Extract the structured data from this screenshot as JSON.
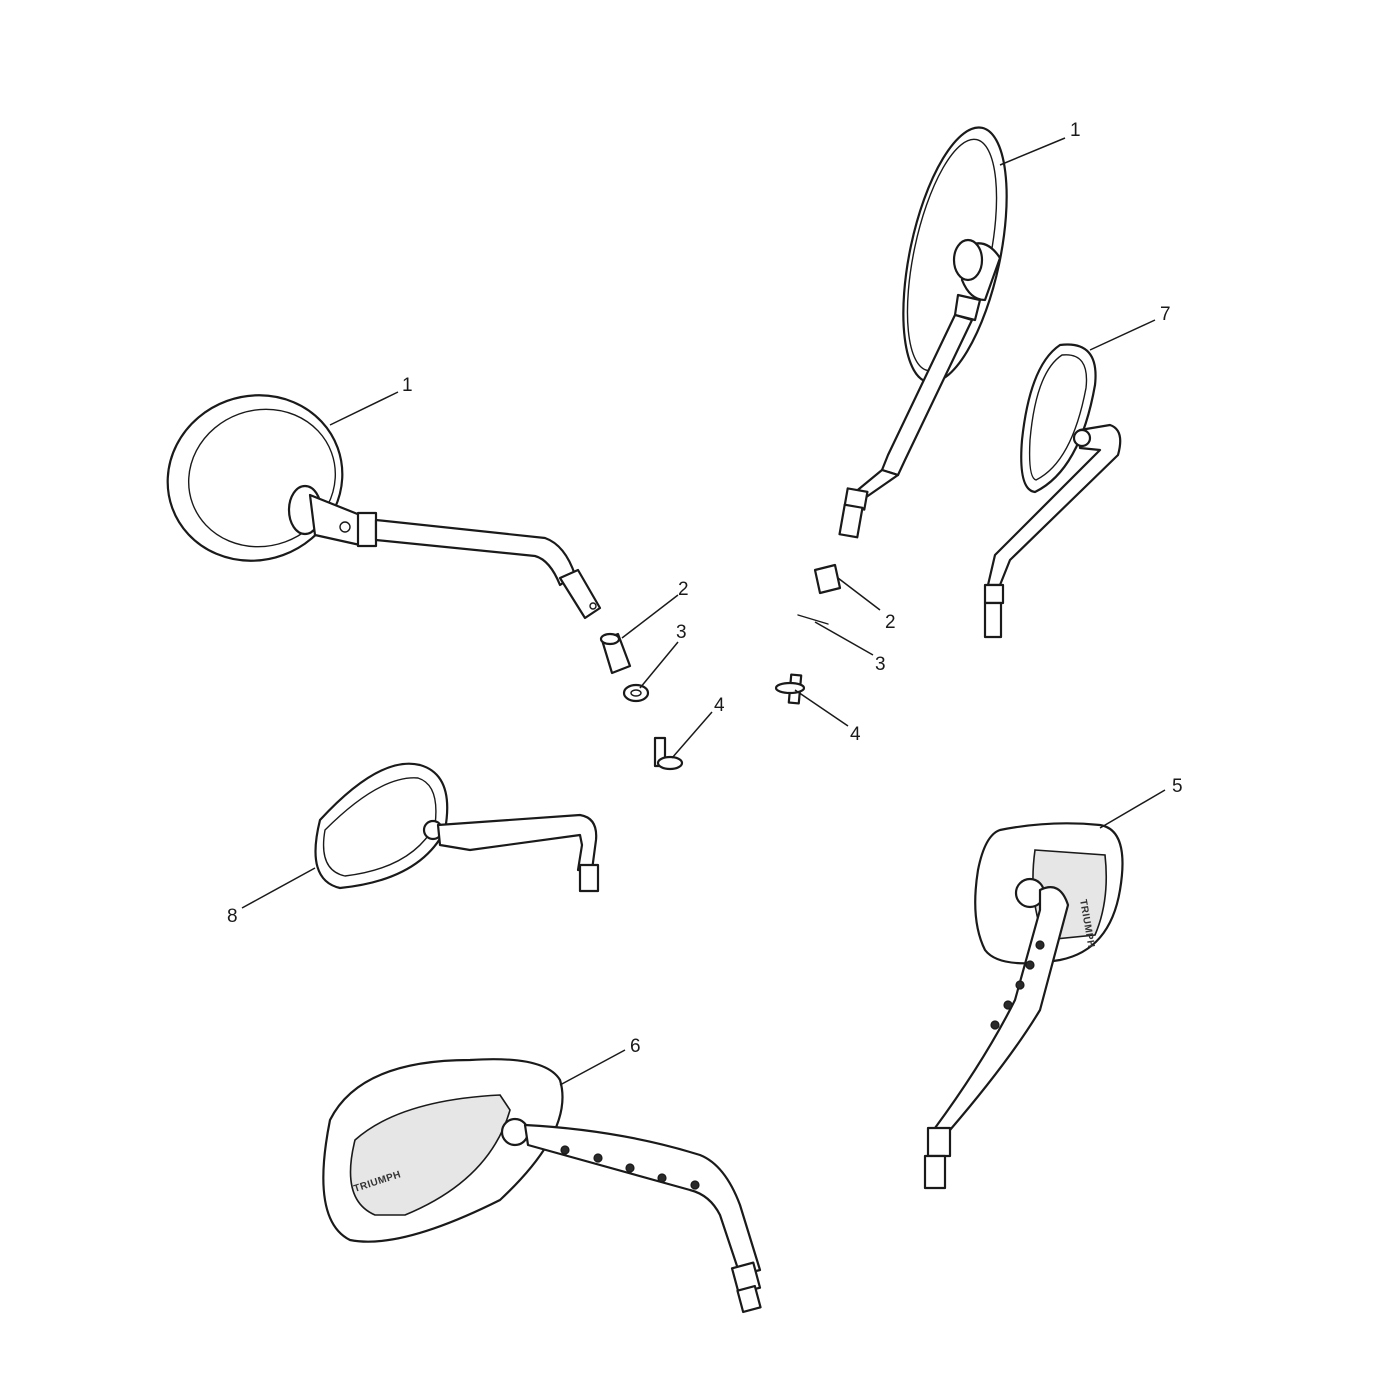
{
  "diagram": {
    "callouts": [
      {
        "id": "c1a",
        "text": "1"
      },
      {
        "id": "c1b",
        "text": "1"
      },
      {
        "id": "c7",
        "text": "7"
      },
      {
        "id": "c2a",
        "text": "2"
      },
      {
        "id": "c3a",
        "text": "3"
      },
      {
        "id": "c4a",
        "text": "4"
      },
      {
        "id": "c2b",
        "text": "2"
      },
      {
        "id": "c3b",
        "text": "3"
      },
      {
        "id": "c4b",
        "text": "4"
      },
      {
        "id": "c5",
        "text": "5"
      },
      {
        "id": "c8",
        "text": "8"
      },
      {
        "id": "c6",
        "text": "6"
      }
    ],
    "brand_marking": "TRIUMPH"
  }
}
